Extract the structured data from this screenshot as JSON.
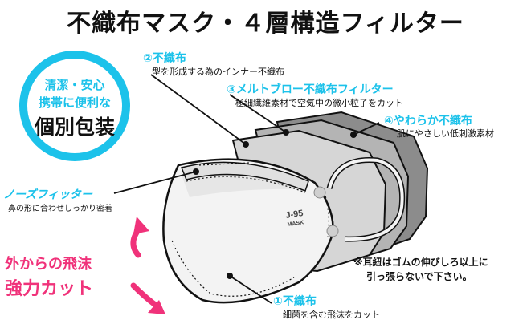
{
  "title": "不織布マスク・４層構造フィルター",
  "package_badge": {
    "line1": "清潔・安心",
    "line2": "携帯に便利な",
    "line3": "個別包装"
  },
  "layers": [
    {
      "label": "①不織布",
      "desc": "細菌を含む飛沫をカット"
    },
    {
      "label": "②不織布",
      "desc": "型を形成する為のインナー不織布"
    },
    {
      "label": "③メルトブロー不織布フィルター",
      "desc": "極細繊維素材で空気中の微小粒子をカット"
    },
    {
      "label": "④やわらか不織布",
      "desc": "肌にやさしい低刺激素材"
    }
  ],
  "nose_fitter": {
    "label": "ノーズフィッター",
    "desc": "鼻の形に合わせしっかり密着"
  },
  "splash": {
    "line1": "外からの飛沫",
    "line2": "強力カット"
  },
  "mask_print": {
    "model": "J-95",
    "word": "MASK"
  },
  "note": {
    "line1": "※耳紐はゴムの伸びしろ以上に",
    "line2": "引っ張らないで下さい。"
  },
  "colors": {
    "accent_blue": "#1cc2ea",
    "accent_pink": "#f0327a"
  }
}
